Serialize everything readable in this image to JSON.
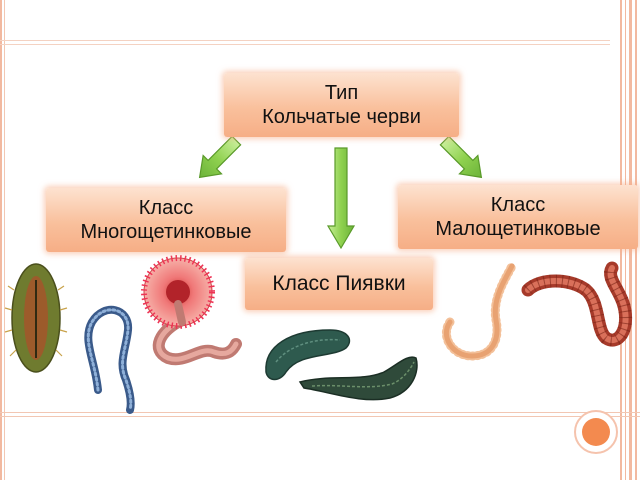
{
  "diagram": {
    "root": {
      "line1": "Тип",
      "line2": "Кольчатые черви"
    },
    "classes": {
      "polychaeta": {
        "line1": "Класс",
        "line2": "Многощетинковые"
      },
      "oligochaeta": {
        "line1": "Класс",
        "line2": "Малощетинковые"
      },
      "leeches": {
        "label": "Класс Пиявки"
      }
    },
    "colors": {
      "box_light": "#fde2d0",
      "box_dark": "#f6ae86",
      "arrow_fill": "#8fd14f",
      "arrow_stroke": "#5a9a2a",
      "frame": "#f2b9a0",
      "accent": "#f38a4f"
    }
  }
}
